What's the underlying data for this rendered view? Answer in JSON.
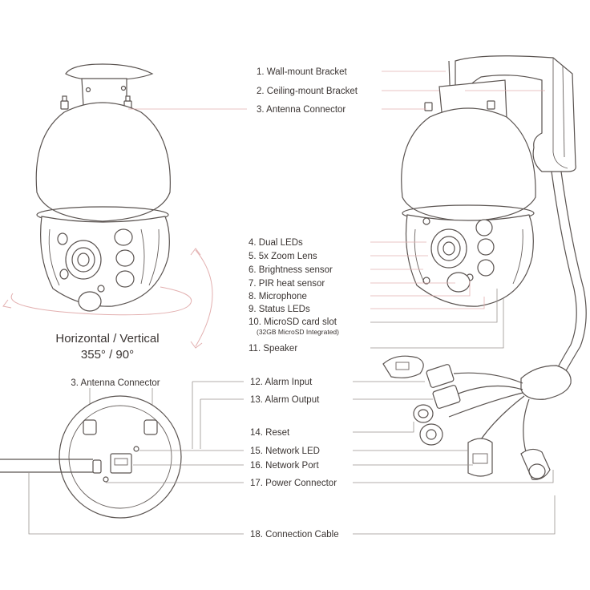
{
  "callouts": {
    "c1": "1. Wall-mount Bracket",
    "c2": "2. Ceiling-mount Bracket",
    "c3": "3. Antenna Connector",
    "c4": "4. Dual LEDs",
    "c5": "5. 5x Zoom Lens",
    "c6": "6. Brightness sensor",
    "c7": "7. PIR heat sensor",
    "c8": "8. Microphone",
    "c9": "9. Status LEDs",
    "c10": "10. MicroSD card slot",
    "c10_note": "(32GB MicroSD Integrated)",
    "c11": "11. Speaker",
    "c12": "12. Alarm Input",
    "c13": "13. Alarm Output",
    "c14": "14. Reset",
    "c15": "15. Network LED",
    "c16": "16. Network Port",
    "c17": "17. Power Connector",
    "c18": "18. Connection Cable"
  },
  "rotation": {
    "line1": "Horizontal / Vertical",
    "line2": "355° / 90°"
  },
  "bottom_view": {
    "antenna_label": "3. Antenna Connector"
  },
  "colors": {
    "outline": "#5a5350",
    "leader": "#e3b0b0",
    "text": "#3a3432"
  }
}
